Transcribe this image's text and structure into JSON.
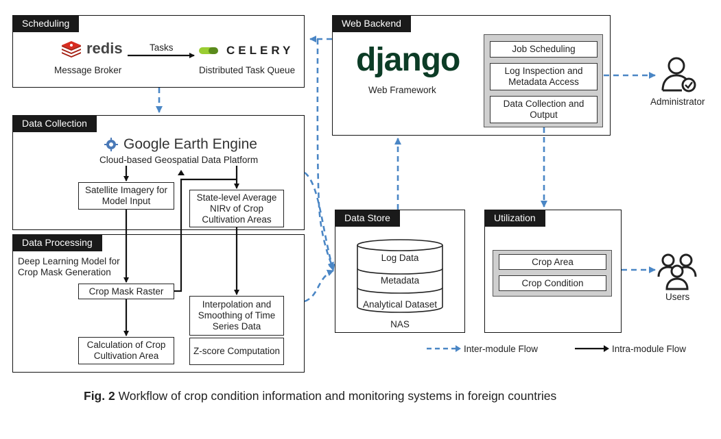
{
  "modules": {
    "scheduling": "Scheduling",
    "data_collection": "Data Collection",
    "data_processing": "Data Processing",
    "web_backend": "Web Backend",
    "data_store": "Data Store",
    "utilization": "Utilization"
  },
  "scheduling": {
    "redis_logo": "redis",
    "redis_caption": "Message Broker",
    "tasks_label": "Tasks",
    "celery_logo": "CELERY",
    "celery_caption": "Distributed Task Queue"
  },
  "collection": {
    "gee_logo": "Google Earth Engine",
    "gee_caption": "Cloud-based Geospatial Data Platform",
    "satellite_box": "Satellite Imagery for Model Input",
    "state_box": "State-level Average NIRv of Crop Cultivation Areas"
  },
  "processing": {
    "dl_label": "Deep Learning Model for Crop Mask Generation",
    "crop_mask_box": "Crop Mask Raster",
    "calc_box": "Calculation of Crop Cultivation Area",
    "interp_box": "Interpolation and Smoothing of Time Series Data",
    "zscore_box": "Z-score Computation"
  },
  "backend": {
    "django_logo": "django",
    "django_caption": "Web Framework",
    "items": [
      "Job Scheduling",
      "Log Inspection and Metadata Access",
      "Data Collection and Output"
    ],
    "administrator": "Administrator"
  },
  "store": {
    "layers": [
      "Log Data",
      "Metadata",
      "Analytical Dataset"
    ],
    "nas": "NAS"
  },
  "utilization": {
    "items": [
      "Crop Area",
      "Crop Condition"
    ],
    "users": "Users"
  },
  "legend": {
    "inter": "Inter-module Flow",
    "intra": "Intra-module Flow"
  },
  "caption": {
    "fig": "Fig. 2",
    "text": " Workflow of crop condition information and monitoring systems in foreign countries"
  },
  "colors": {
    "dashed_flow": "#4a86c5",
    "redis_red": "#d82c20",
    "celery_green": "#9acd32",
    "django_green": "#0c3c26"
  }
}
